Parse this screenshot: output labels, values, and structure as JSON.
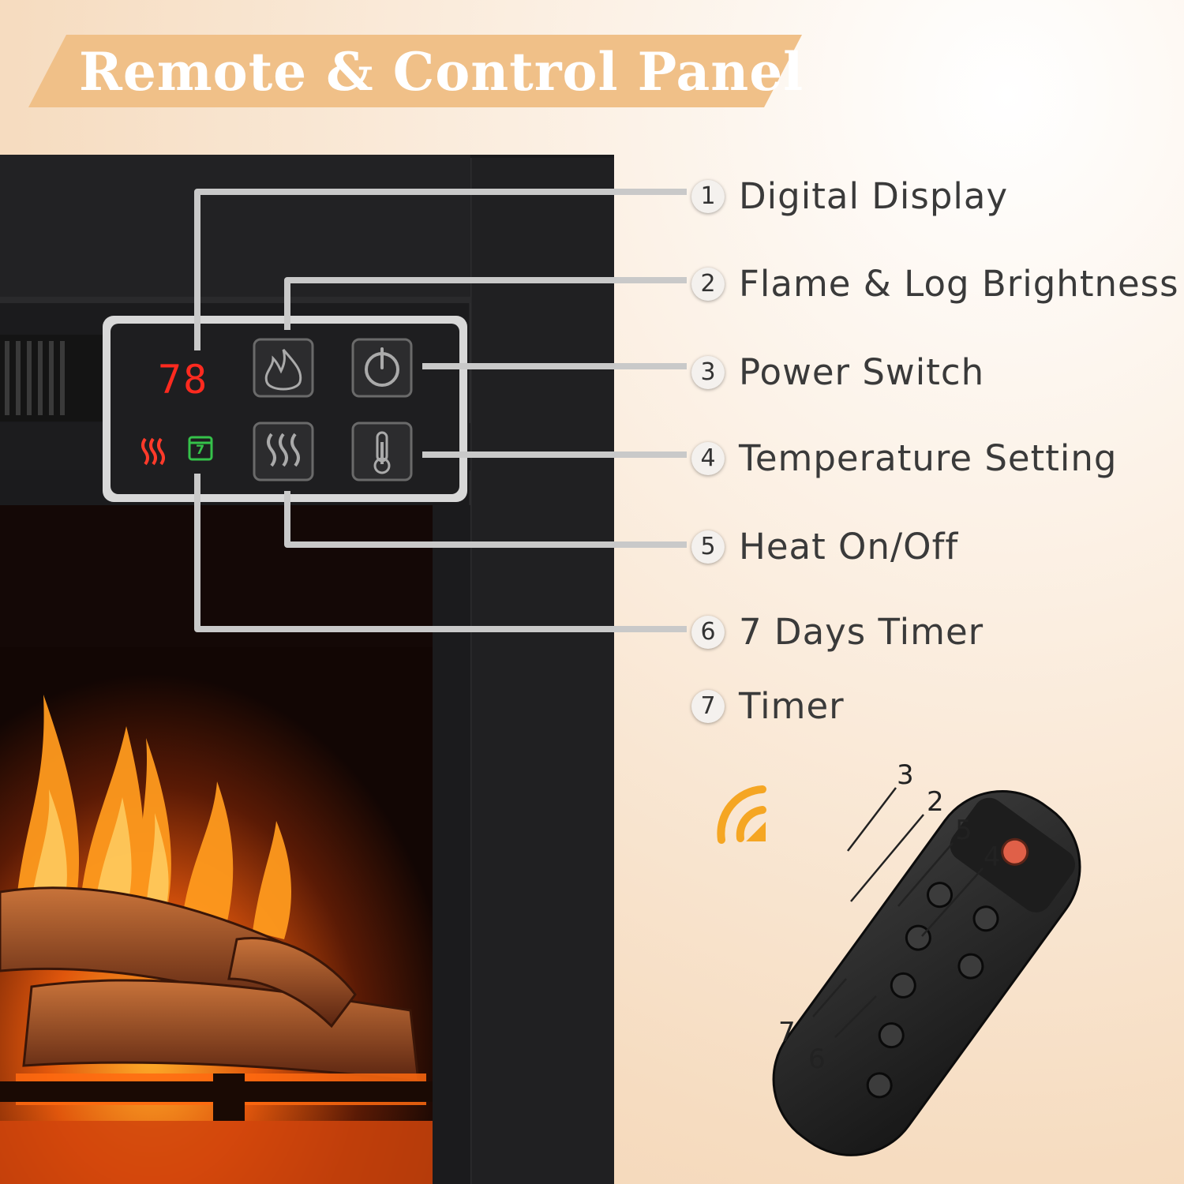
{
  "title": "Remote & Control Panel",
  "colors": {
    "banner": "#f0c088",
    "accent_orange": "#f5a623",
    "display_red": "#ff2a1f",
    "timer_green": "#35c24a"
  },
  "control_panel": {
    "display_value": "78",
    "timer_icon_text": "7",
    "buttons": [
      {
        "name": "flame-button",
        "icon": "flame-icon"
      },
      {
        "name": "power-button",
        "icon": "power-icon"
      },
      {
        "name": "heat-button",
        "icon": "heat-waves-icon"
      },
      {
        "name": "temperature-button",
        "icon": "thermometer-icon"
      }
    ]
  },
  "features": [
    {
      "number": "1",
      "label": "Digital Display"
    },
    {
      "number": "2",
      "label": "Flame & Log Brightness"
    },
    {
      "number": "3",
      "label": "Power Switch"
    },
    {
      "number": "4",
      "label": "Temperature Setting"
    },
    {
      "number": "5",
      "label": "Heat On/Off"
    },
    {
      "number": "6",
      "label": "7 Days Timer"
    },
    {
      "number": "7",
      "label": "Timer"
    }
  ],
  "remote_callouts": [
    "3",
    "2",
    "5",
    "4",
    "7",
    "6"
  ]
}
